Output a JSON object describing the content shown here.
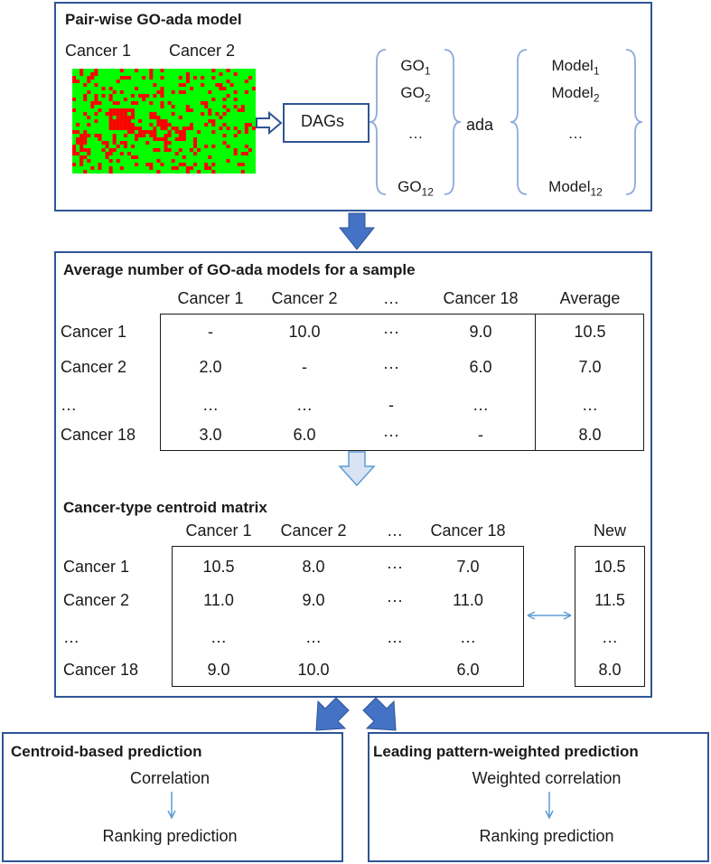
{
  "panel1": {
    "title": "Pair-wise GO-ada model",
    "cancer1": "Cancer 1",
    "cancer2": "Cancer 2",
    "dags": "DAGs",
    "ada": "ada",
    "go_items": [
      {
        "base": "GO",
        "sub": "1"
      },
      {
        "base": "GO",
        "sub": "2"
      },
      {
        "base": "…",
        "sub": ""
      },
      {
        "base": "GO",
        "sub": "12"
      }
    ],
    "model_items": [
      {
        "base": "Model",
        "sub": "1"
      },
      {
        "base": "Model",
        "sub": "2"
      },
      {
        "base": "…",
        "sub": ""
      },
      {
        "base": "Model",
        "sub": "12"
      }
    ],
    "heatmap_colors": {
      "background": "#00ff00",
      "cell": "#ff0000"
    }
  },
  "panel2": {
    "title": "Average number of GO-ada models for a sample",
    "columns": [
      "Cancer 1",
      "Cancer 2",
      "…",
      "Cancer 18",
      "Average"
    ],
    "rows": [
      {
        "label": "Cancer 1",
        "cells": [
          "-",
          "10.0",
          "···",
          "9.0",
          "10.5"
        ]
      },
      {
        "label": "Cancer 2",
        "cells": [
          "2.0",
          "-",
          "···",
          "6.0",
          "7.0"
        ]
      },
      {
        "label": "…",
        "cells": [
          "…",
          "…",
          "-",
          "…",
          "…"
        ]
      },
      {
        "label": "Cancer 18",
        "cells": [
          "3.0",
          "6.0",
          "···",
          "-",
          "8.0"
        ]
      }
    ],
    "centroid_title": "Cancer-type centroid matrix",
    "centroid_columns": [
      "Cancer 1",
      "Cancer 2",
      "…",
      "Cancer 18"
    ],
    "new_label": "New",
    "centroid_rows": [
      {
        "label": "Cancer 1",
        "cells": [
          "10.5",
          "8.0",
          "···",
          "7.0"
        ],
        "new": "10.5"
      },
      {
        "label": "Cancer 2",
        "cells": [
          "11.0",
          "9.0",
          "···",
          "11.0"
        ],
        "new": "11.5"
      },
      {
        "label": "…",
        "cells": [
          "…",
          "…",
          "…",
          "…"
        ],
        "new": "…"
      },
      {
        "label": "Cancer 18",
        "cells": [
          "9.0",
          "10.0",
          "",
          "6.0"
        ],
        "new": "8.0"
      }
    ]
  },
  "panel3": {
    "title": "Centroid-based prediction",
    "step1": "Correlation",
    "step2": "Ranking prediction"
  },
  "panel4": {
    "title": "Leading pattern-weighted prediction",
    "step1": "Weighted correlation",
    "step2": "Ranking prediction"
  },
  "colors": {
    "frame": "#2f5597",
    "arrow": "#4472c4",
    "hollow_arrow_fill": "#dae3f3",
    "light_arrow": "#5b9bd5"
  }
}
